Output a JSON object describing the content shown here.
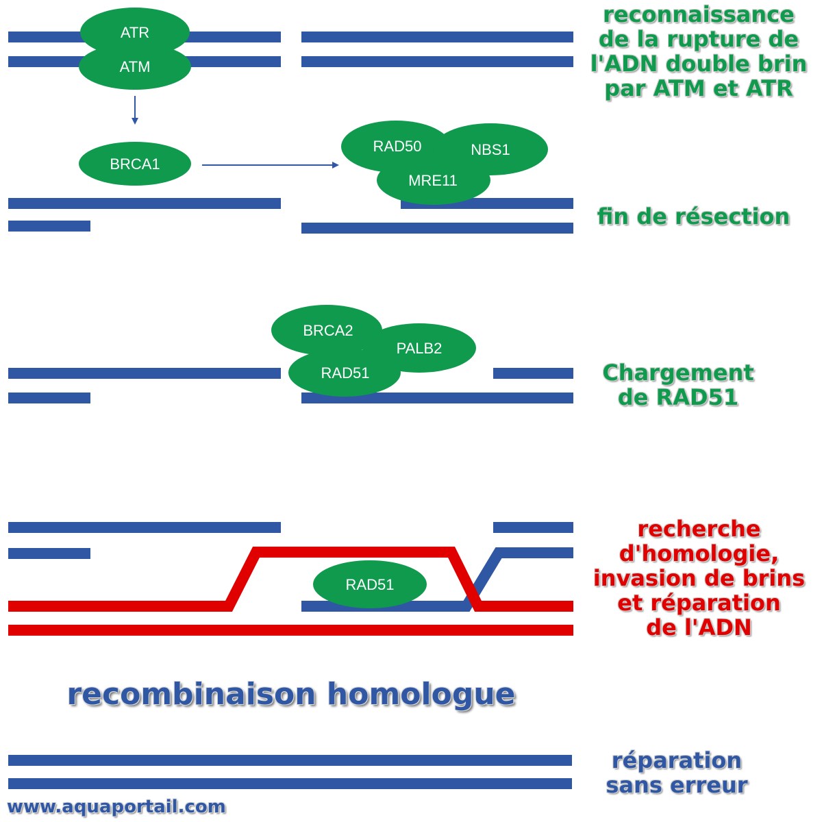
{
  "colors": {
    "dna_blue": "#2f57a3",
    "dna_red": "#e00000",
    "protein_green": "#0f9a4e",
    "green_text": "#0f9a4e",
    "red_text": "#e00000"
  },
  "steps": [
    {
      "label_lines": [
        "reconnaissance",
        "de la rupture de",
        "l'ADN double brin",
        "par ATM et ATR"
      ],
      "proteins": [
        "ATR",
        "ATM"
      ]
    },
    {
      "label_lines": [
        "fin de résection"
      ],
      "proteins": [
        "BRCA1",
        "RAD50",
        "NBS1",
        "MRE11"
      ]
    },
    {
      "label_lines": [
        "Chargement",
        "de RAD51"
      ],
      "proteins": [
        "BRCA2",
        "PALB2",
        "RAD51"
      ]
    },
    {
      "label_lines": [
        "recherche",
        "d'homologie,",
        "invasion de brins",
        "et réparation",
        "de l'ADN"
      ],
      "proteins": [
        "RAD51"
      ]
    },
    {
      "label_lines": [
        "réparation",
        "sans erreur"
      ],
      "proteins": []
    }
  ],
  "title": "recombinaison homologue",
  "footer": "www.aquaportail.com"
}
